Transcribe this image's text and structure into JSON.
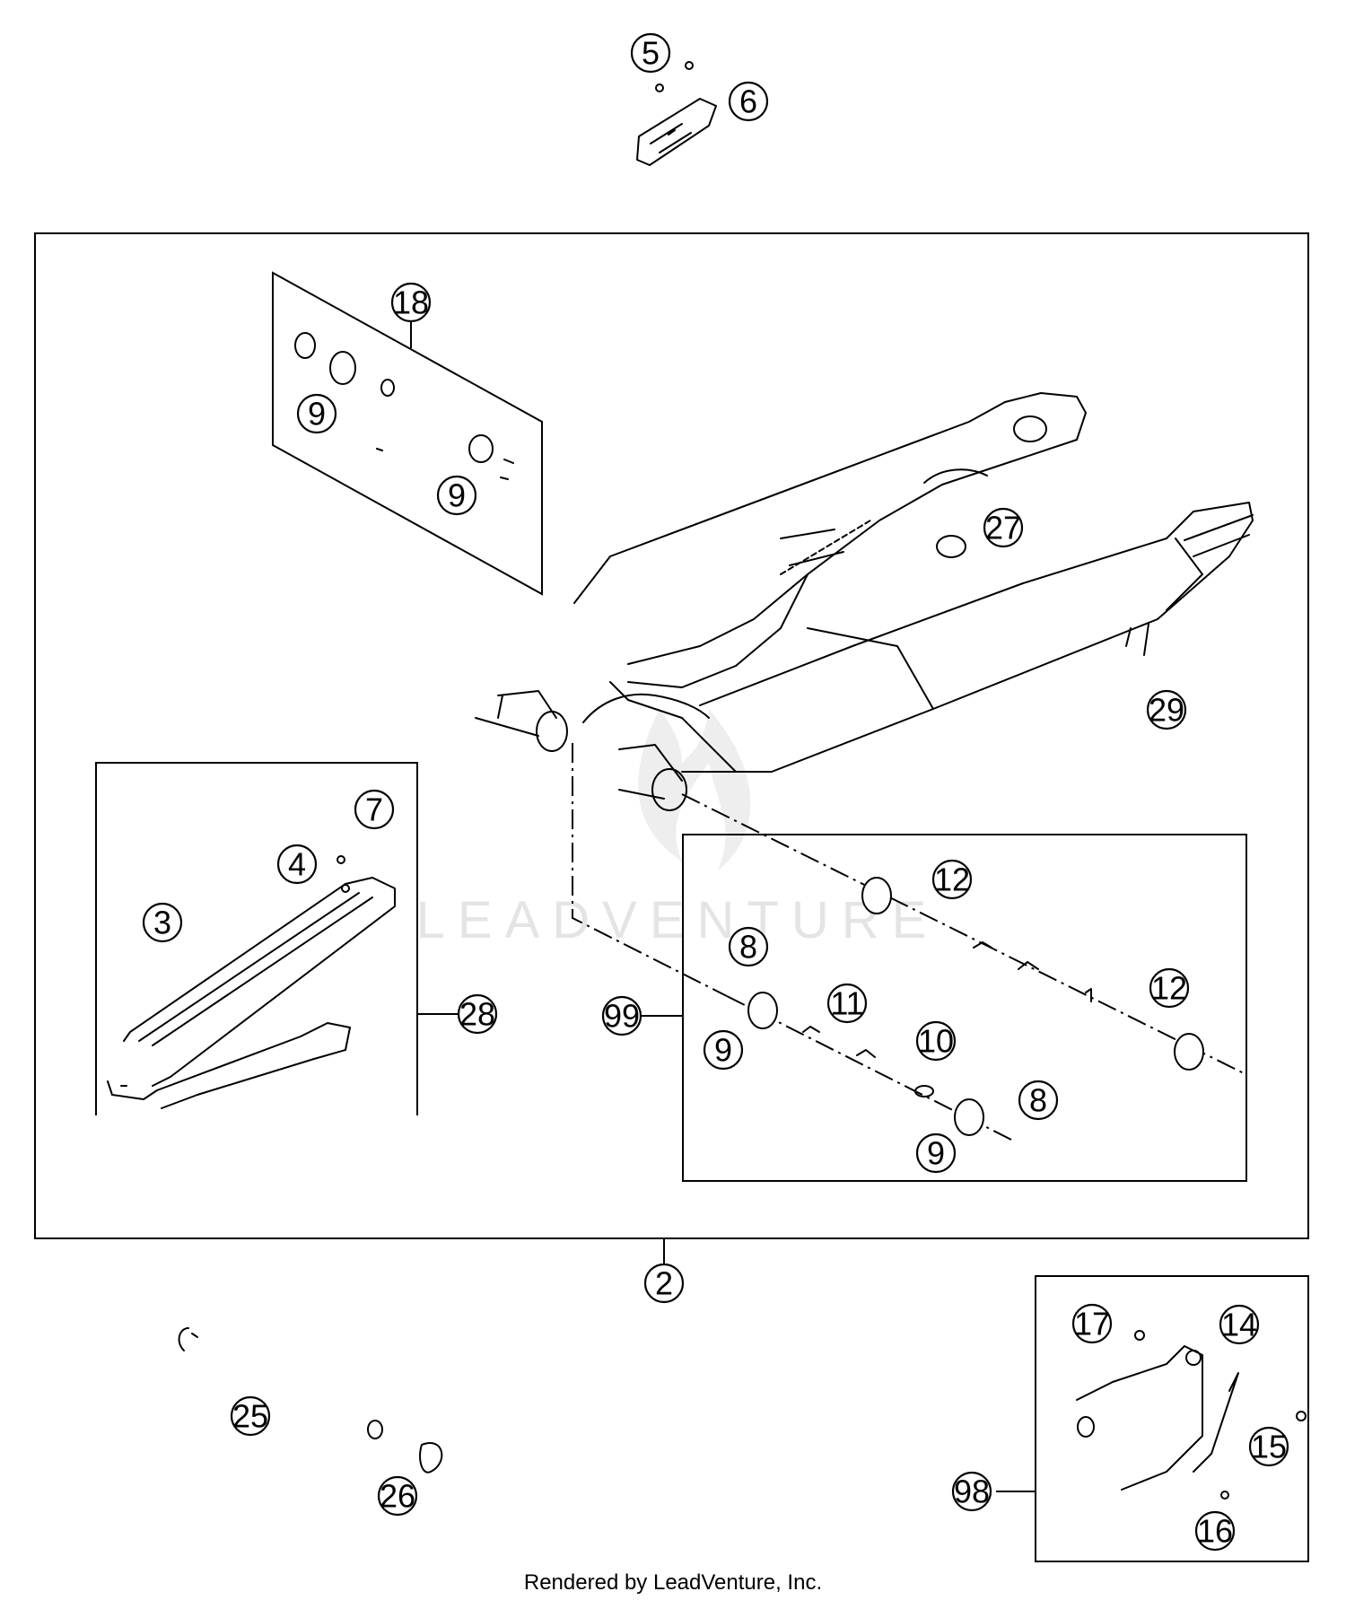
{
  "watermark": "LEADVENTURE",
  "footer": "Rendered by LeadVenture, Inc.",
  "callouts": [
    {
      "id": "c5",
      "label": "5"
    },
    {
      "id": "c6",
      "label": "6"
    },
    {
      "id": "c18",
      "label": "18"
    },
    {
      "id": "c9a",
      "label": "9"
    },
    {
      "id": "c9b",
      "label": "9"
    },
    {
      "id": "c27",
      "label": "27"
    },
    {
      "id": "c29",
      "label": "29"
    },
    {
      "id": "c7",
      "label": "7"
    },
    {
      "id": "c4",
      "label": "4"
    },
    {
      "id": "c3",
      "label": "3"
    },
    {
      "id": "c28",
      "label": "28"
    },
    {
      "id": "c12a",
      "label": "12"
    },
    {
      "id": "c8a",
      "label": "8"
    },
    {
      "id": "c99",
      "label": "99"
    },
    {
      "id": "c11",
      "label": "11"
    },
    {
      "id": "c12b",
      "label": "12"
    },
    {
      "id": "c9c",
      "label": "9"
    },
    {
      "id": "c10",
      "label": "10"
    },
    {
      "id": "c8b",
      "label": "8"
    },
    {
      "id": "c9d",
      "label": "9"
    },
    {
      "id": "c2",
      "label": "2"
    },
    {
      "id": "c17",
      "label": "17"
    },
    {
      "id": "c14",
      "label": "14"
    },
    {
      "id": "c25",
      "label": "25"
    },
    {
      "id": "c15",
      "label": "15"
    },
    {
      "id": "c98",
      "label": "98"
    },
    {
      "id": "c26",
      "label": "26"
    },
    {
      "id": "c16",
      "label": "16"
    }
  ]
}
